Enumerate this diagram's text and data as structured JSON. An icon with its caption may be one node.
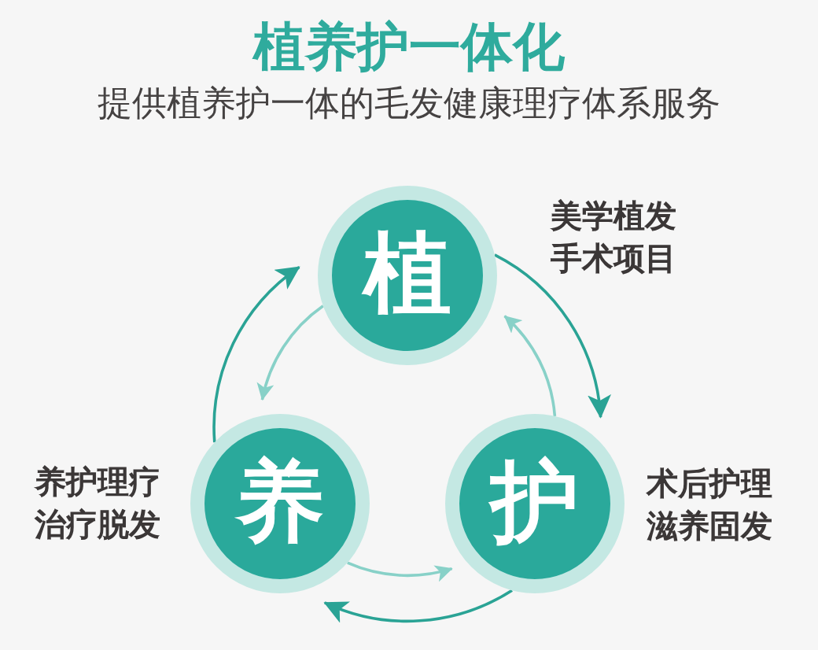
{
  "diagram": {
    "title": "植养护一体化",
    "nodes": [
      {
        "text": [
          "植"
        ],
        "beside": [
          "美学植发手术项目"
        ]
      },
      {
        "text": [
          "养"
        ],
        "beside": [
          "养护理疗治疗脱发"
        ]
      },
      {
        "text": [
          "护"
        ],
        "beside": [
          "术后护理滋养固发"
        ]
      }
    ],
    "edges": [
      {
        "from": 0,
        "to": 2,
        "arrow": "to"
      },
      {
        "from": 2,
        "to": 0,
        "arrow": "to",
        "color": "#88d1c8"
      },
      {
        "from": 2,
        "to": 1,
        "arrow": "to"
      },
      {
        "from": 1,
        "to": 2,
        "arrow": "to",
        "color": "#88d1c8"
      },
      {
        "from": 1,
        "to": 0,
        "arrow": "to"
      },
      {
        "from": 0,
        "to": 1,
        "arrow": "to",
        "color": "#88d1c8"
      }
    ],
    "labels": [
      "提供植养护一体的毛发健康理疗体系服务"
    ]
  }
}
